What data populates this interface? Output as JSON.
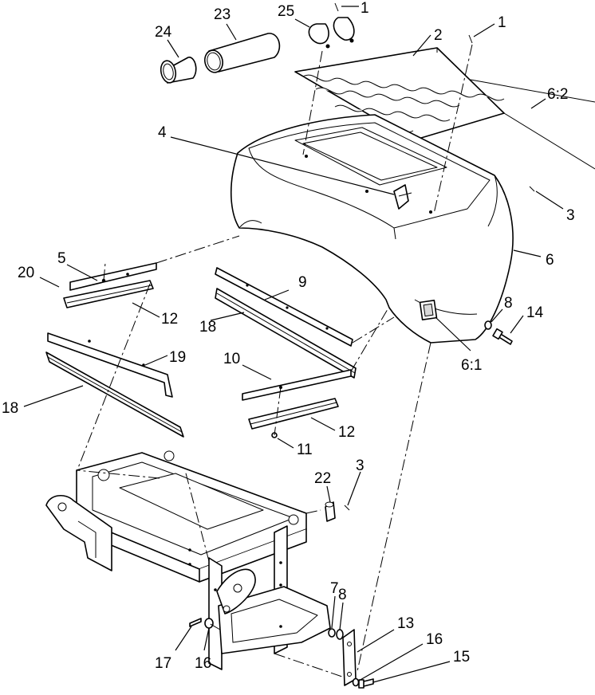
{
  "callouts": {
    "c24": "24",
    "c23": "23",
    "c25": "25",
    "c1a": "1",
    "c1b": "1",
    "c2": "2",
    "c6_2": "6:2",
    "c4": "4",
    "c3a": "3",
    "c6": "6",
    "c5": "5",
    "c20": "20",
    "c9": "9",
    "c12a": "12",
    "c18a": "18",
    "c8a": "8",
    "c14": "14",
    "c19": "19",
    "c6_1": "6:1",
    "c10": "10",
    "c18b": "18",
    "c12b": "12",
    "c11": "11",
    "c22": "22",
    "c3b": "3",
    "c7": "7",
    "c8b": "8",
    "c13": "13",
    "c16a": "16",
    "c15": "15",
    "c17": "17",
    "c16b": "16"
  }
}
